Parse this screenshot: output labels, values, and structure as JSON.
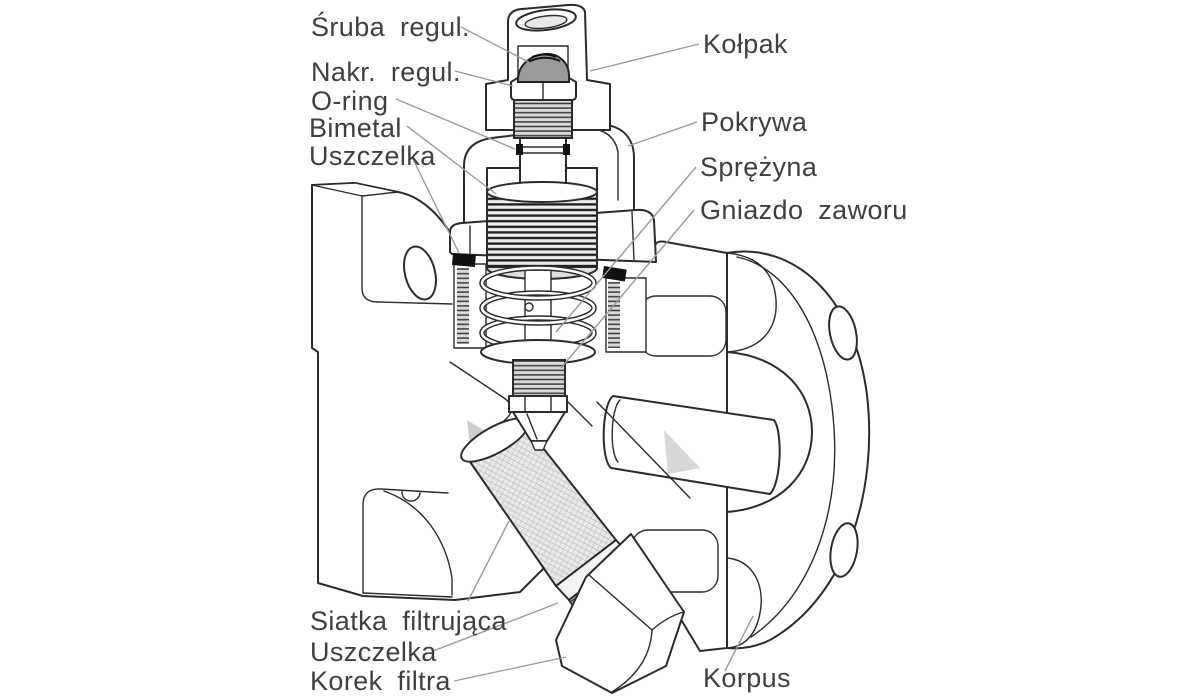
{
  "figure": {
    "kind": "technical-cutaway-diagram",
    "labels": {
      "sruba_regul": "Śruba regul.",
      "nakr_regul": "Nakr. regul.",
      "o_ring": "O-ring",
      "bimetal": "Bimetal",
      "uszczelka_top": "Uszczelka",
      "kolpak": "Kołpak",
      "pokrywa": "Pokrywa",
      "sprezyna": "Sprężyna",
      "gniazdo_zaworu": "Gniazdo zaworu",
      "siatka_filtrujaca": "Siatka filtrująca",
      "uszczelka_bottom": "Uszczelka",
      "korek_filtra": "Korek filtra",
      "korpus": "Korpus"
    },
    "colors": {
      "line": "#2b2b2b",
      "label_text": "#3f3f3f",
      "leader_line": "#9a9a9a",
      "seal_fill": "#111111",
      "mesh_fill": "#e8e8e8",
      "thread_fill": "#d9d9d9"
    }
  }
}
